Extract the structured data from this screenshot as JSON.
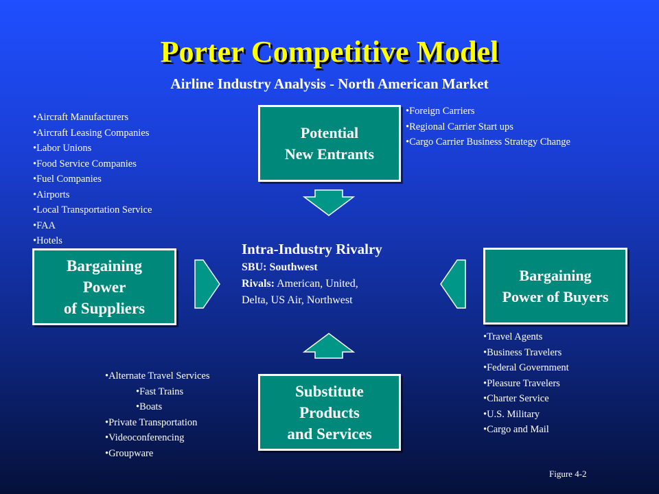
{
  "header": {
    "title": "Porter Competitive Model",
    "subtitle": "Airline Industry Analysis - North American Market"
  },
  "boxes": {
    "entrants": [
      "Potential",
      "New Entrants"
    ],
    "suppliers": [
      "Bargaining",
      "Power",
      "of Suppliers"
    ],
    "buyers": [
      "Bargaining",
      "Power of Buyers"
    ],
    "substitutes": [
      "Substitute",
      "Products",
      "and Services"
    ]
  },
  "rivalry": {
    "title": "Intra-Industry Rivalry",
    "sbu_label": "SBU:",
    "sbu_value": "Southwest",
    "rivals_label": "Rivals:",
    "rivals_value_1": "American, United,",
    "rivals_value_2": "Delta, US Air, Northwest"
  },
  "lists": {
    "suppliers": [
      "Aircraft Manufacturers",
      "Aircraft Leasing Companies",
      "Labor Unions",
      "Food Service Companies",
      "Fuel Companies",
      "Airports",
      "Local Transportation Service",
      "FAA",
      "Hotels"
    ],
    "entrants": [
      "Foreign Carriers",
      "Regional Carrier Start ups",
      "Cargo Carrier Business Strategy Change"
    ],
    "buyers": [
      "Travel Agents",
      "Business Travelers",
      "Federal Government",
      "Pleasure Travelers",
      "Charter Service",
      "U.S. Military",
      "Cargo and Mail"
    ],
    "substitutes": [
      "Alternate Travel Services",
      "Fast Trains",
      "Boats",
      "Private Transportation",
      "Videoconferencing",
      "Groupware"
    ]
  },
  "footer": {
    "figure": "Figure 4-2"
  },
  "colors": {
    "box_fill": "#00897b",
    "arrow_fill": "#009688",
    "title": "#ffff00",
    "background_top": "#1f4fff",
    "background_bottom": "#05103a"
  }
}
